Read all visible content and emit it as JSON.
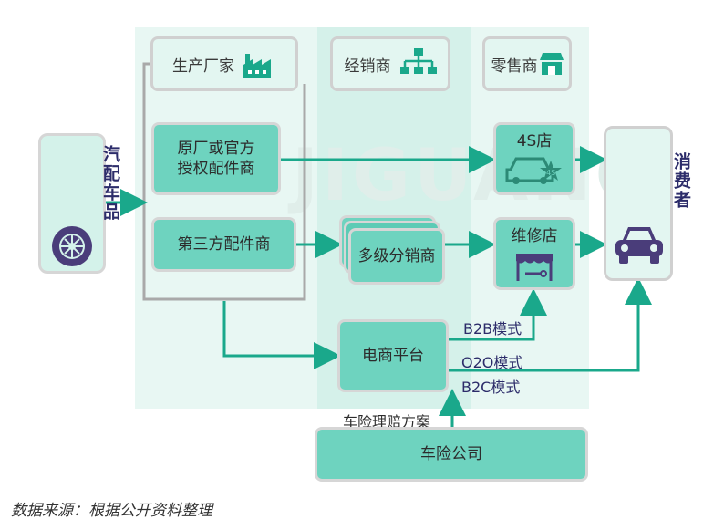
{
  "headers": {
    "manufacturer": "生产厂家",
    "distributor": "经销商",
    "retailer": "零售商"
  },
  "nodes": {
    "auto_parts": "汽配车品",
    "oem_parts_dealer": "原厂或官方授权配件商",
    "third_party_parts_dealer": "第三方配件商",
    "multi_level_distributor": "多级分销商",
    "store_4s": "4S店",
    "repair_shop": "维修店",
    "consumer": "消费者",
    "ecommerce_platform": "电商平台",
    "insurance_company": "车险公司"
  },
  "labels": {
    "b2b": "B2B模式",
    "o2o": "O2O模式",
    "b2c": "B2C模式",
    "insurance_claim": "车险理赔方案"
  },
  "watermark": "JIGUANG",
  "source_note": "数据来源：根据公开资料整理",
  "colors": {
    "accent": "#1aa88b",
    "box_fill": "#6ed3bf",
    "panel": "#e8f7f3",
    "icon_dark": "#4a3d7a"
  },
  "icons": [
    "factory-icon",
    "hierarchy-icon",
    "shop-icon",
    "tire-icon",
    "4s-car-icon",
    "repair-shop-icon",
    "car-icon"
  ]
}
